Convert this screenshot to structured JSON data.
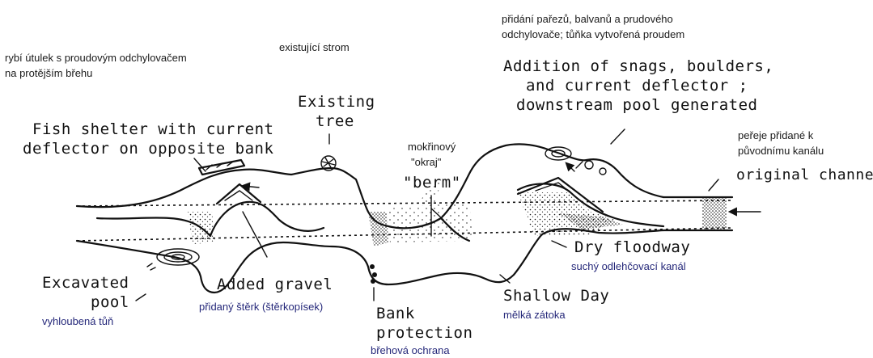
{
  "labels_en": {
    "fish_shelter_1": "Fish shelter with current",
    "fish_shelter_2": "deflector on opposite bank",
    "existing_tree_1": "Existing",
    "existing_tree_2": "tree",
    "addition_1": "Addition of snags, boulders,",
    "addition_2": "and current deflector ;",
    "addition_3": "downstream pool generated",
    "berm": "\"berm\"",
    "original_channel": "original channel",
    "dry_floodway": "Dry floodway",
    "excavated_pool_1": "Excavated",
    "excavated_pool_2": "pool",
    "added_gravel": "Added gravel",
    "bank_protection_1": "Bank",
    "bank_protection_2": "protection",
    "shallow_bay": "Shallow Day"
  },
  "labels_cz": {
    "fish_shelter": "rybí útulek s proudovým odchylovačem",
    "fish_shelter_2": "na protějším břehu",
    "existing_tree": "existující strom",
    "addition_1": "přidání pařezů, balvanů a prudového",
    "addition_2": "odchylovače; tůňka vytvořená proudem",
    "wetland_1": "mokřinový",
    "wetland_2": "\"okraj\"",
    "rapids_1": "peřeje přidané k",
    "rapids_2": "původnímu kanálu",
    "dry_floodway": "suchý odlehčovací kanál",
    "excavated_pool": "vyhloubená tůň",
    "added_gravel": "přidaný štěrk (štěrkopísek)",
    "bank_protection": "břehová ochrana",
    "shallow_bay": "mělká zátoka"
  },
  "colors": {
    "ink": "#111111",
    "czech_blue": "#25287a",
    "czech_black": "#1a1a1a"
  }
}
